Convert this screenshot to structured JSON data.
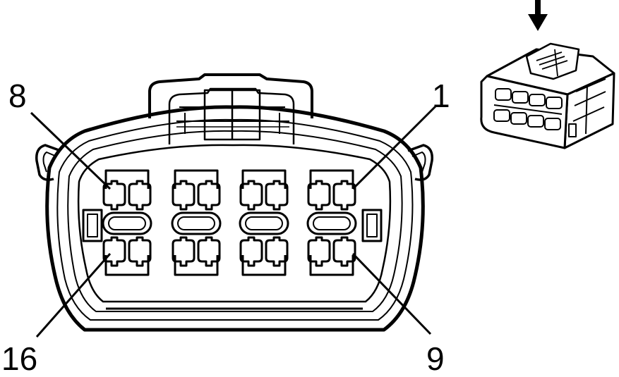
{
  "diagram": {
    "pin_labels": {
      "top_left": "8",
      "top_right": "1",
      "bottom_left": "16",
      "bottom_right": "9"
    },
    "line_color": "#000000",
    "background_color": "#ffffff",
    "icons": [
      "connector-face",
      "connector-isometric-view",
      "insertion-arrow-icon"
    ]
  }
}
